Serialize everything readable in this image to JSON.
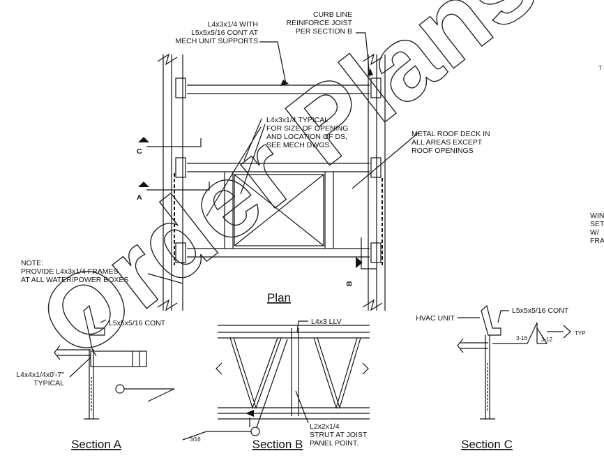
{
  "plan": {
    "title": "Plan",
    "callouts": {
      "mech_supports": [
        "L4x3x1/4 WITH",
        "L5x5x5/16 CONT AT",
        "MECH UNIT SUPPORTS"
      ],
      "curb_line": [
        "CURB LINE",
        "REINFORCE JOIST",
        "PER SECTION B"
      ],
      "typical_frame": [
        "L4x3x1/4 TYPICAL",
        "FOR SIZE OF OPENING",
        "AND LOCATION OF DS,",
        "SEE MECH DWGS."
      ],
      "roof_deck": [
        "METAL ROOF DECK IN",
        "ALL AREAS EXCEPT",
        "ROOF OPENINGS"
      ],
      "note": [
        "NOTE:",
        "PROVIDE L4x3x1/4 FRAMES",
        "AT ALL WATER/POWER BOXES"
      ]
    },
    "section_markers": {
      "c": "C",
      "a": "A",
      "b": "B"
    }
  },
  "section_a": {
    "title": "Section A",
    "callouts": {
      "cont_angle": "L5x5x5/16 CONT",
      "typical_angle": [
        "L4x4x1/4x0'-7\"",
        "TYPICAL"
      ]
    }
  },
  "section_b": {
    "title": "Section B",
    "callouts": {
      "llv": "L4x3 LLV",
      "strut": [
        "L2x2x1/4",
        "STRUT AT JOIST",
        "PANEL POINT."
      ],
      "weld": "3/16"
    }
  },
  "section_c": {
    "title": "Section C",
    "callouts": {
      "hvac": "HVAC UNIT",
      "cont_angle": "L5x5x5/16 CONT",
      "weld_left": "3-16",
      "weld_right": "3-12",
      "weld_tail": "TYP"
    }
  },
  "edge_text": {
    "t_char": "T",
    "fragment": [
      "WIN",
      "SET",
      "W/",
      "FRA"
    ]
  },
  "watermark": "Order Plans"
}
